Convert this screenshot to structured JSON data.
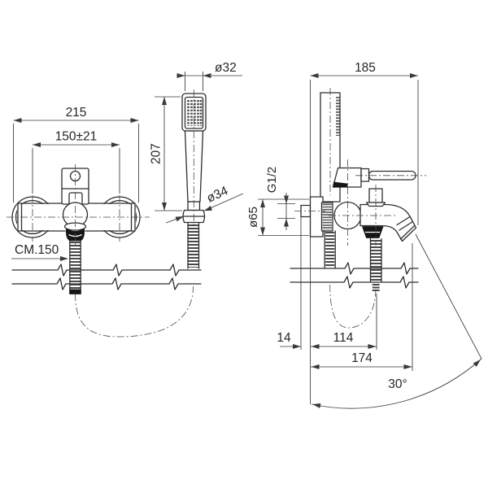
{
  "meta": {
    "background": "#ffffff",
    "line_color": "#2e2e2e",
    "dim_color": "#3a3a3a"
  },
  "front_view": {
    "overall_width": "215",
    "connection_centers": "150±21",
    "hose_length": "CM.150"
  },
  "hand_shower": {
    "head_diameter": "ø32",
    "handset_length": "207",
    "nut_diameter": "ø34"
  },
  "side_view": {
    "overall_depth": "185",
    "thread_size": "G1/2",
    "flange_diameter": "ø65",
    "wall_clearance": "14",
    "hose_offset": "114",
    "spout_reach": "174",
    "spout_angle": "30°"
  }
}
